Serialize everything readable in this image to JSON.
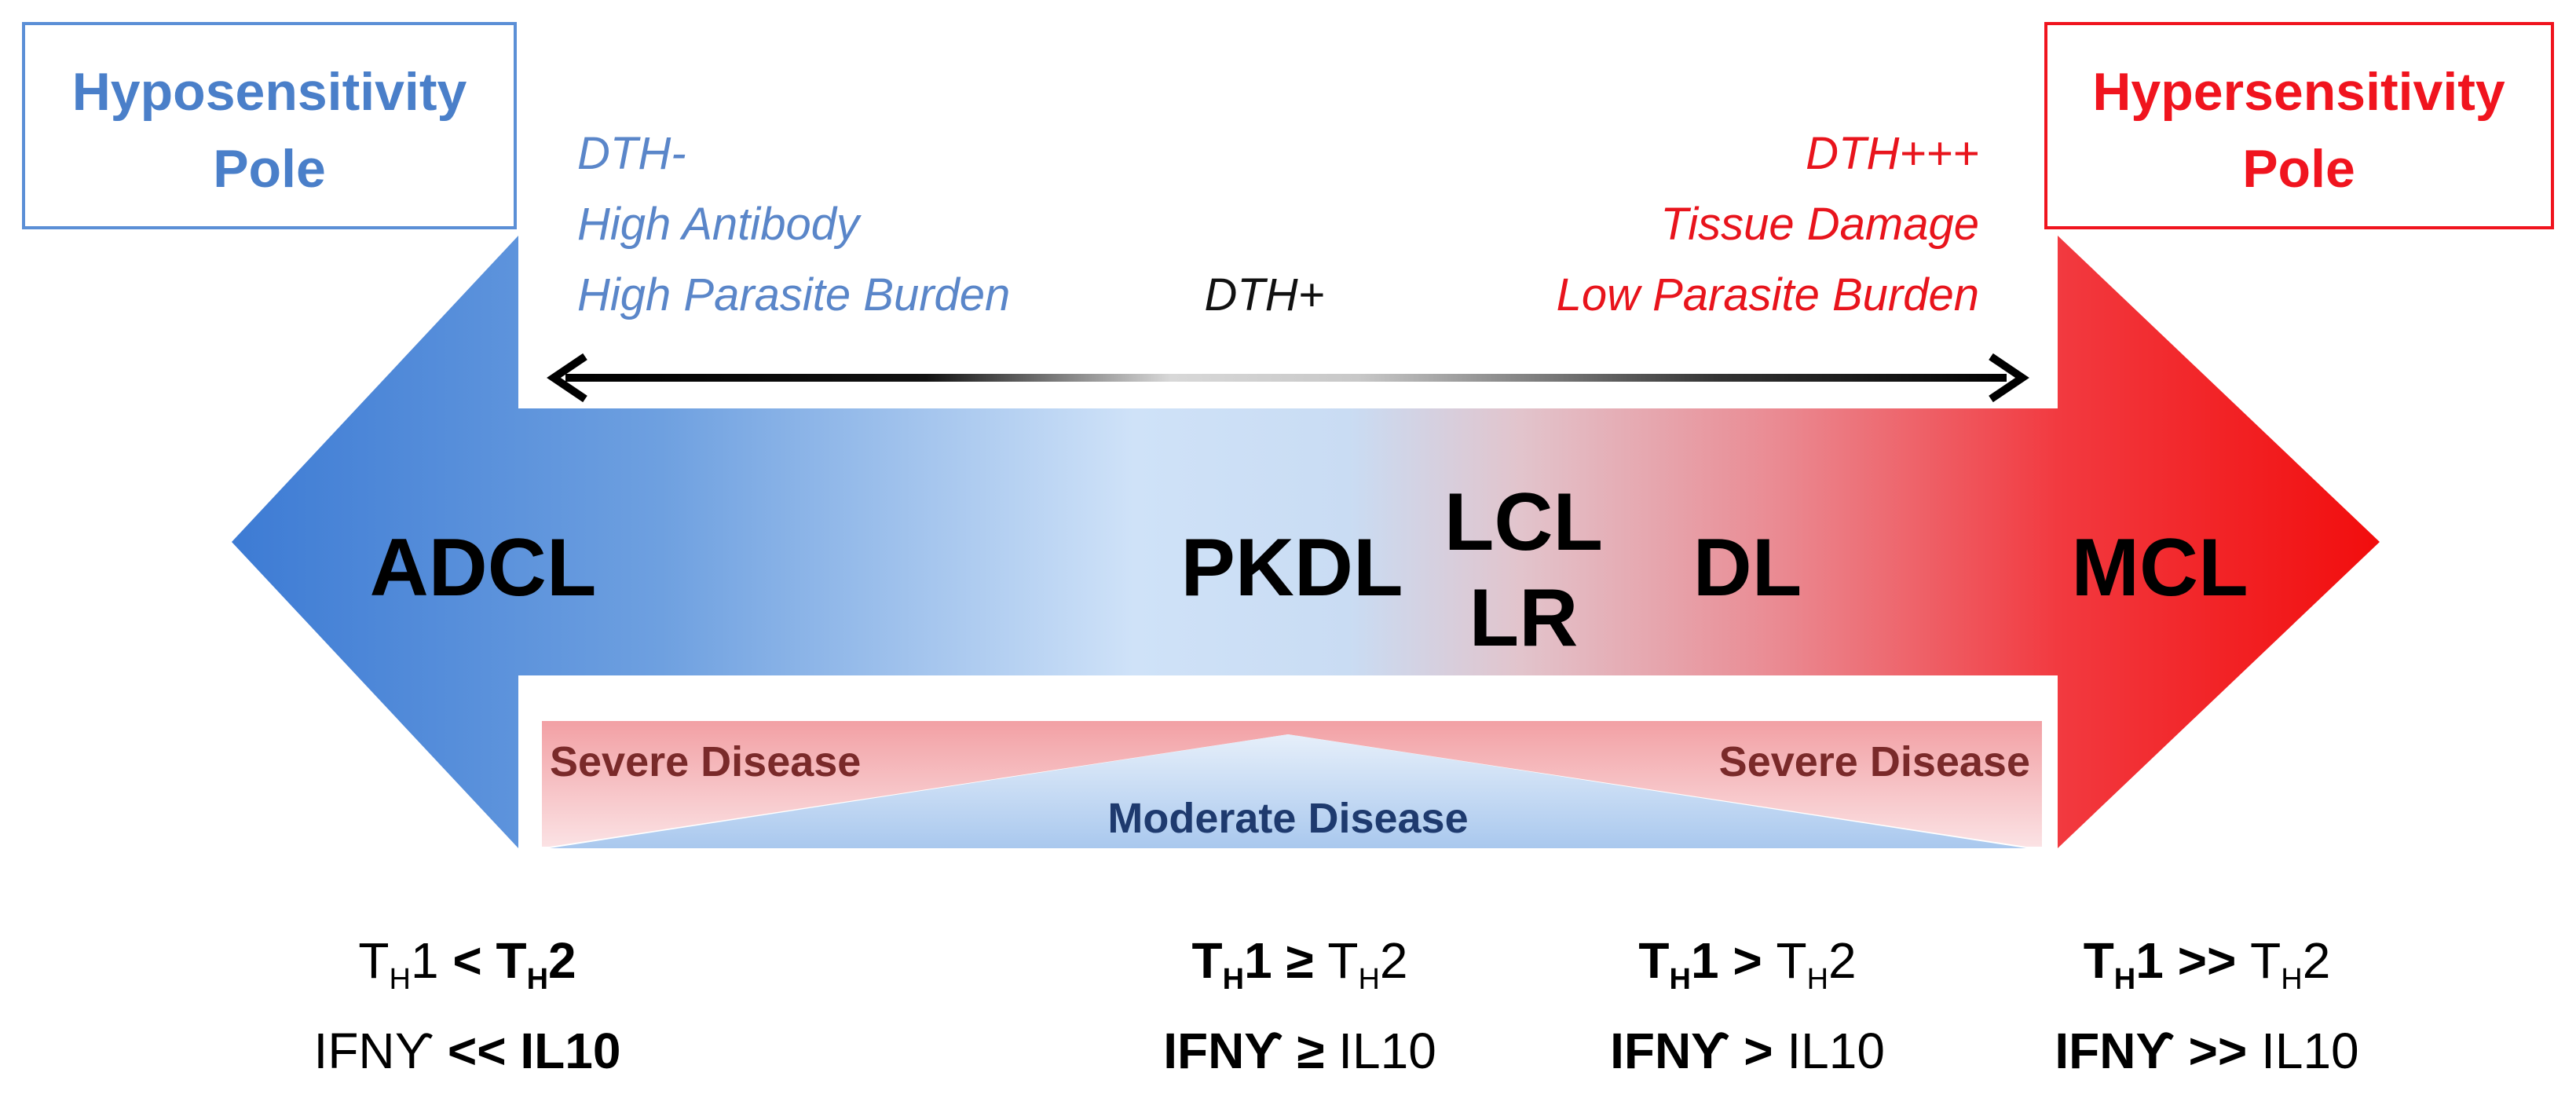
{
  "poles": {
    "left": {
      "line1": "Hyposensitivity",
      "line2": "Pole",
      "color": "#4a7fc9"
    },
    "right": {
      "line1": "Hypersensitivity",
      "line2": "Pole",
      "color": "#f0141e"
    }
  },
  "descriptors": {
    "left": [
      "DTH-",
      "High Antibody",
      "High Parasite Burden"
    ],
    "center": "DTH+",
    "right": [
      "DTH+++",
      "Tissue Damage",
      "Low Parasite Burden"
    ]
  },
  "conditions": {
    "adcl": "ADCL",
    "pkdl": "PKDL",
    "lcl": "LCL",
    "lr": "LR",
    "dl": "DL",
    "mcl": "MCL"
  },
  "severity": {
    "left": "Severe Disease",
    "right": "Severe Disease",
    "middle": "Moderate Disease"
  },
  "ratios": [
    {
      "th_a": "T",
      "th_a_sub": "H",
      "th_a_num": "1",
      "th_op": " < ",
      "th_b": "T",
      "th_b_sub": "H",
      "th_b_num": "2",
      "if_a": "IFNϒ",
      "if_op": " << ",
      "if_b": "IL10",
      "th_bold": "b",
      "if_bold": "b"
    },
    {
      "th_a": "T",
      "th_a_sub": "H",
      "th_a_num": "1",
      "th_op": " ≥ ",
      "th_b": "T",
      "th_b_sub": "H",
      "th_b_num": "2",
      "if_a": "IFNϒ",
      "if_op": " ≥ ",
      "if_b": "IL10",
      "th_bold": "a",
      "if_bold": "a"
    },
    {
      "th_a": "T",
      "th_a_sub": "H",
      "th_a_num": "1",
      "th_op": " > ",
      "th_b": "T",
      "th_b_sub": "H",
      "th_b_num": "2",
      "if_a": "IFNϒ",
      "if_op": " > ",
      "if_b": "IL10",
      "th_bold": "a",
      "if_bold": "a"
    },
    {
      "th_a": "T",
      "th_a_sub": "H",
      "th_a_num": "1",
      "th_op": " >> ",
      "th_b": "T",
      "th_b_sub": "H",
      "th_b_num": "2",
      "if_a": "IFNϒ",
      "if_op": " >> ",
      "if_b": "IL10",
      "th_bold": "a",
      "if_bold": "a"
    }
  ],
  "colors": {
    "blue_deep": "#3d7bd4",
    "blue_light": "#cfe2f8",
    "red_deep": "#f20d0d",
    "red_light": "#f2cdd3",
    "severe_text": "#7a2a2a",
    "moderate_text": "#1e3a6e"
  }
}
